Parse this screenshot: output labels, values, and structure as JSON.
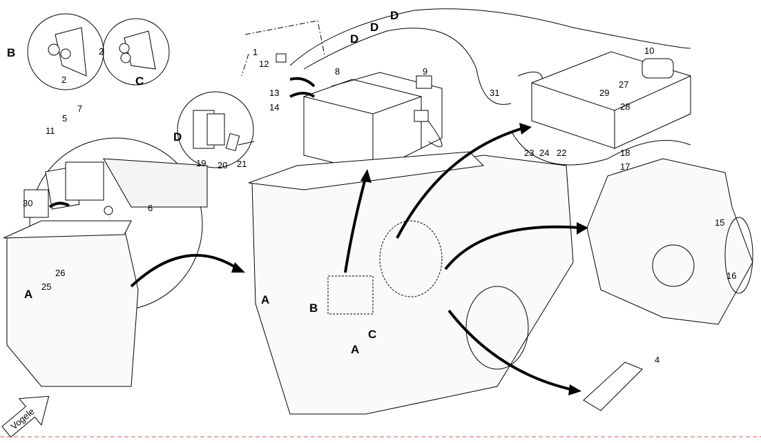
{
  "title": "Battery and electrical components exploded view",
  "brand_arrow": "Vogele",
  "detail_letters": {
    "a": "A",
    "b": "B",
    "c": "C",
    "d": "D"
  },
  "part_numbers": {
    "p1": "1",
    "p2": "2",
    "p4": "4",
    "p5": "5",
    "p6": "6",
    "p7": "7",
    "p8": "8",
    "p9": "9",
    "p10": "10",
    "p11": "11",
    "p12": "12",
    "p13": "13",
    "p14": "14",
    "p15": "15",
    "p16": "16",
    "p17": "17",
    "p18": "18",
    "p19": "19",
    "p20": "20",
    "p21": "21",
    "p22": "22",
    "p23": "23",
    "p24": "24",
    "p25": "25",
    "p26": "26",
    "p27": "27",
    "p28": "28",
    "p29": "29",
    "p30": "30",
    "p31": "31"
  },
  "colors": {
    "border_dash": "#e05050",
    "line": "#000000"
  }
}
